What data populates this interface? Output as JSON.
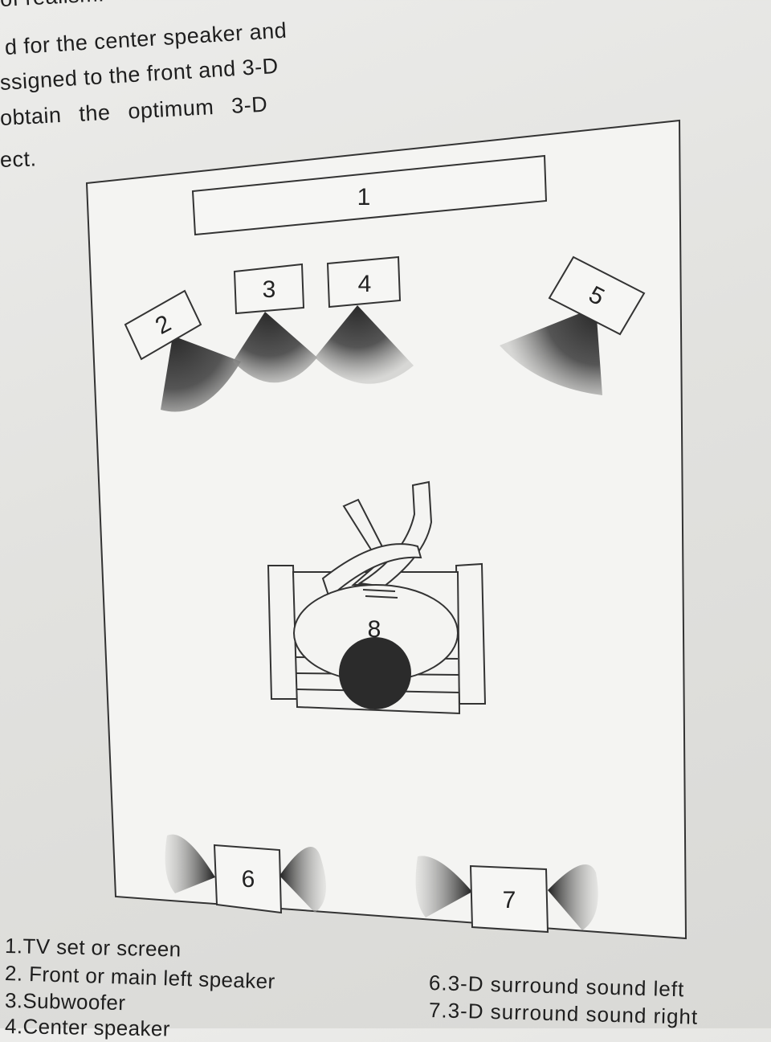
{
  "intro": {
    "lines": [
      "of realism.",
      "d for the center speaker and",
      "ssigned to the front  and 3-D",
      " obtain  the   optimum  3-D",
      "ect."
    ]
  },
  "diagram": {
    "labels": {
      "tv": "1",
      "front_left": "2",
      "subwoofer": "3",
      "center": "4",
      "front_right": "5",
      "surround_left": "6",
      "surround_right": "7",
      "listener": "8"
    },
    "colors": {
      "line": "#333333",
      "cone": "#3a3a3a",
      "head": "#2b2b2b"
    }
  },
  "legend": {
    "left": [
      "1.TV set or screen",
      "2. Front or main left speaker",
      "3.Subwoofer",
      "4.Center speaker"
    ],
    "right": [
      "6.3-D surround sound left",
      "7.3-D surround sound right"
    ]
  }
}
